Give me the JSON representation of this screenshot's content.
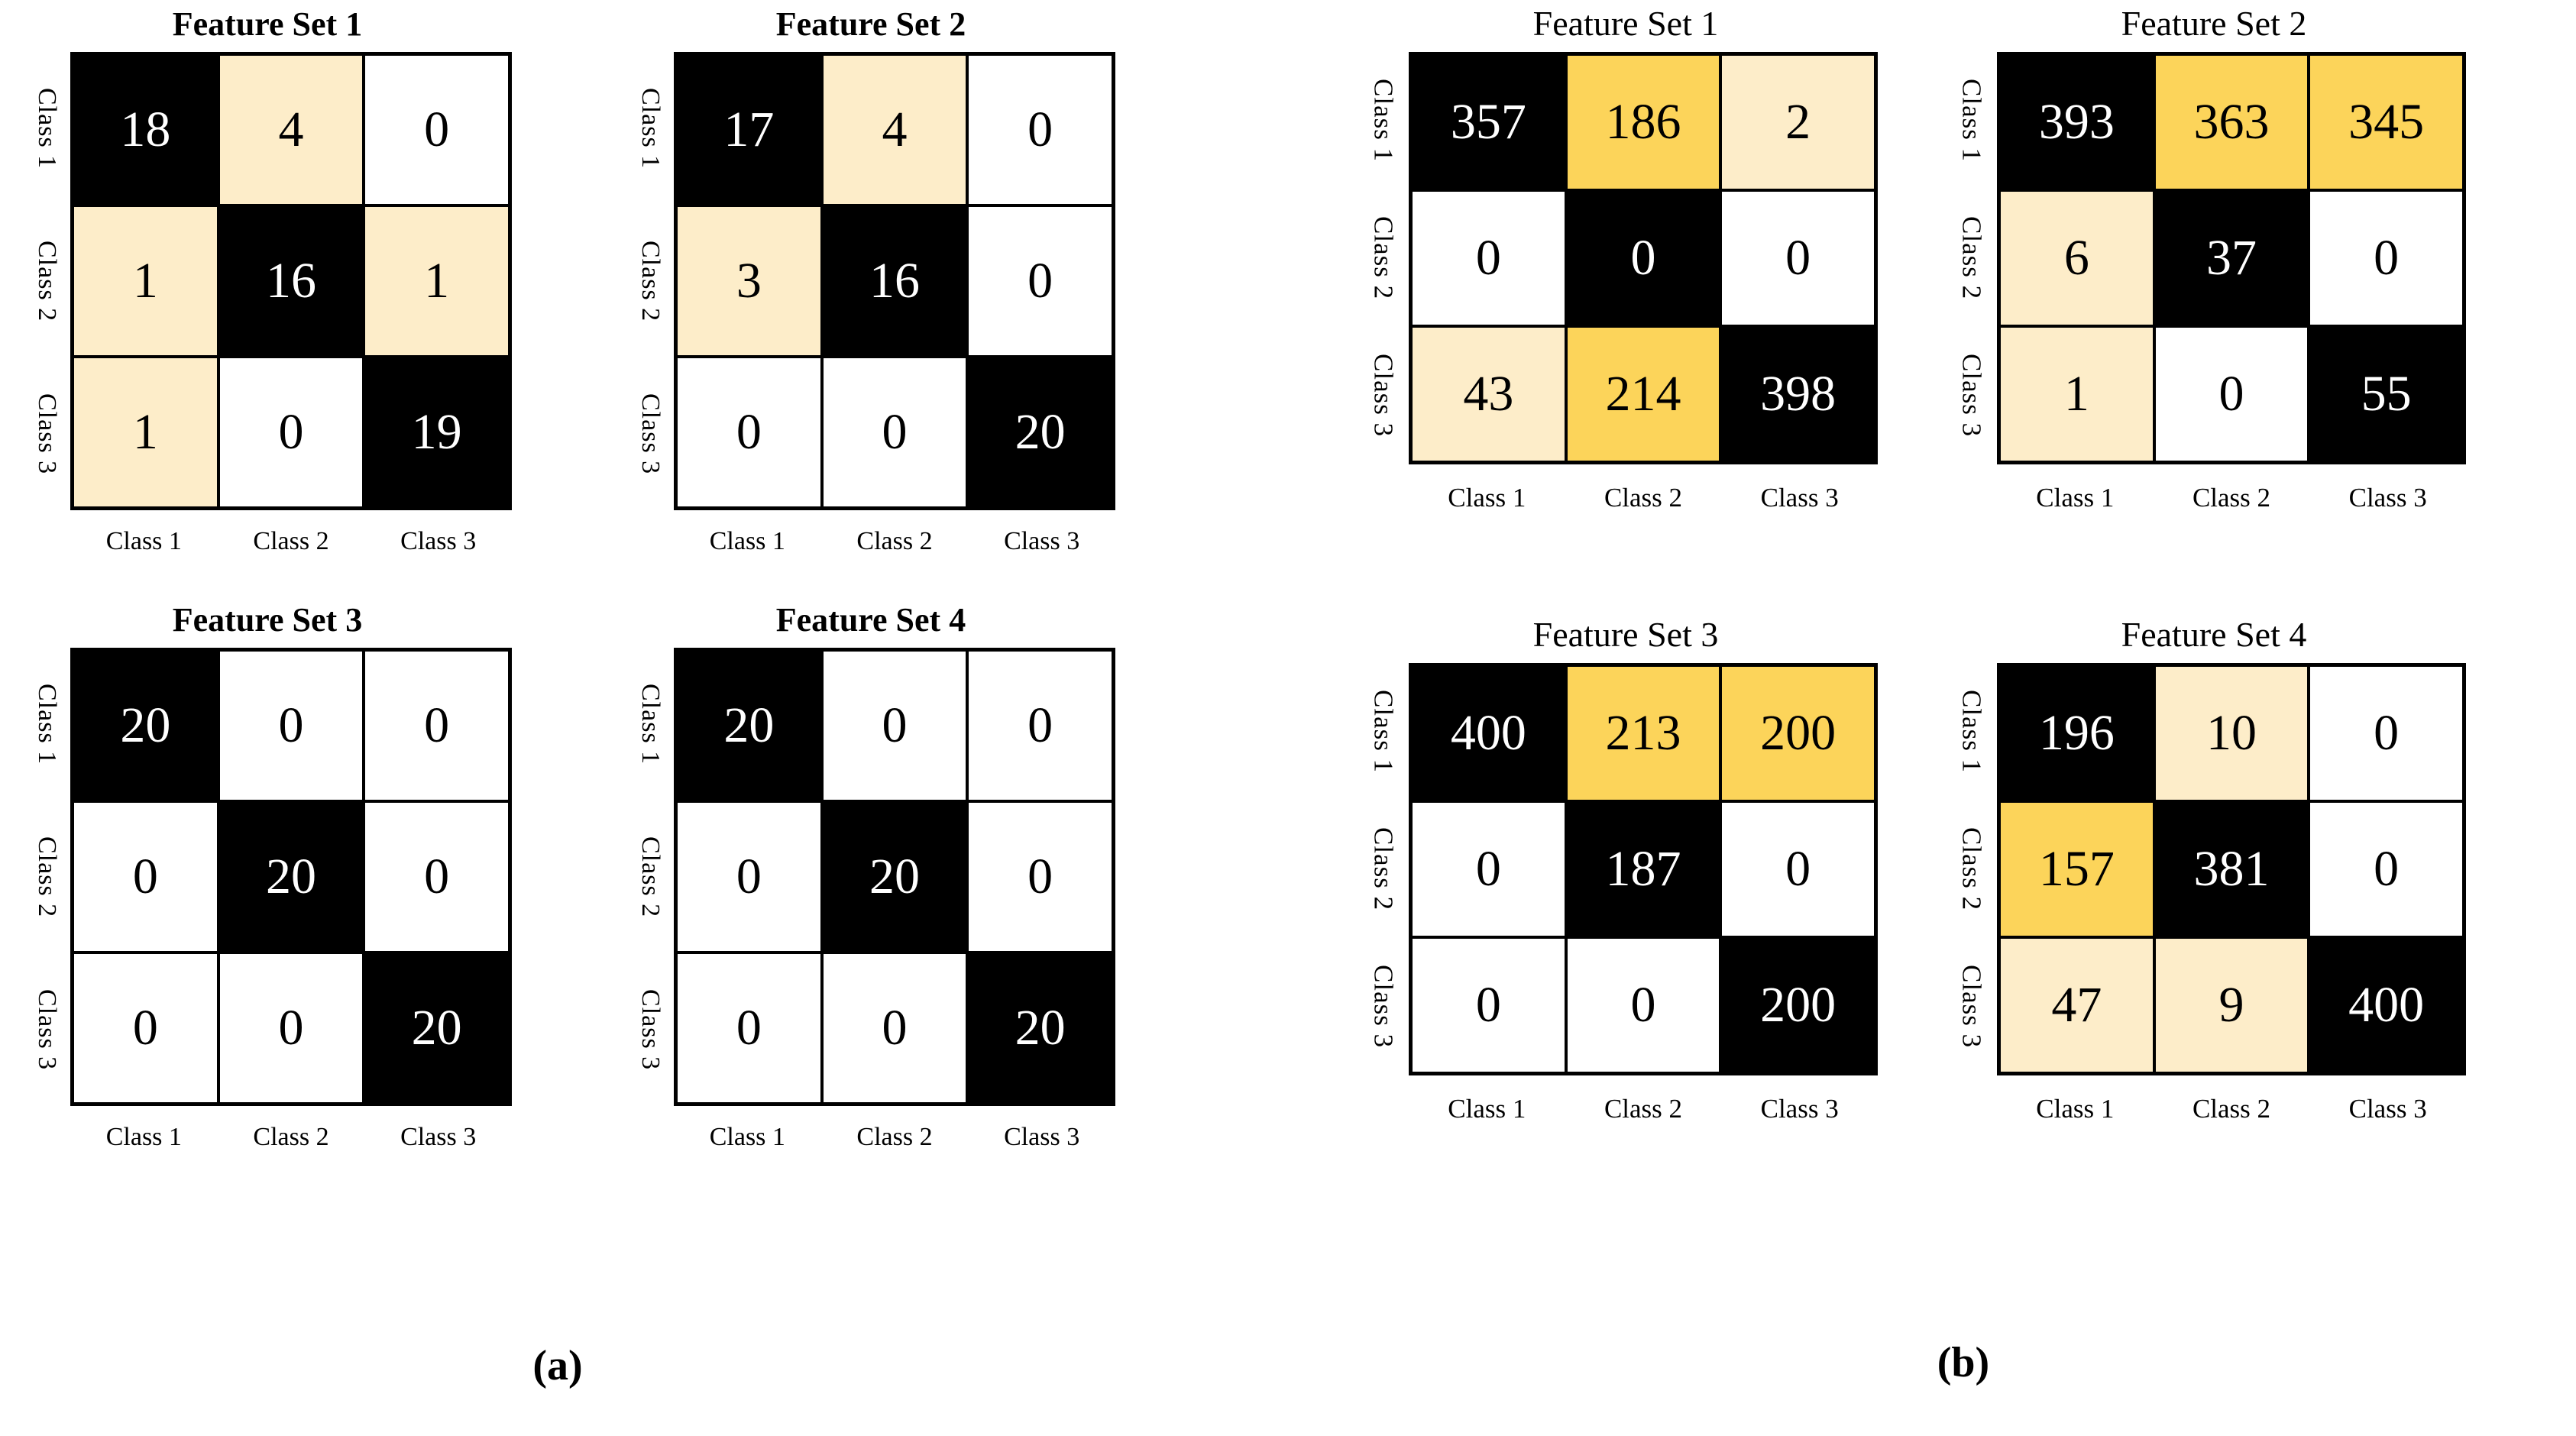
{
  "figure": {
    "background": "#ffffff",
    "colors": {
      "dark": "#000000",
      "white": "#ffffff",
      "light": "#fdedc9",
      "deep": "#fcd45a",
      "text_on_dark": "#ffffff",
      "text_on_light": "#000000"
    }
  },
  "panels": [
    {
      "caption": "(a)",
      "matrices": [
        {
          "title": "Feature Set 1",
          "row_labels": [
            "Class 1",
            "Class 2",
            "Class 3"
          ],
          "col_labels": [
            "Class 1",
            "Class 2",
            "Class 3"
          ],
          "values": [
            [
              18,
              4,
              0
            ],
            [
              1,
              16,
              1
            ],
            [
              1,
              0,
              19
            ]
          ],
          "shades": [
            [
              "dark",
              "light",
              "white"
            ],
            [
              "light",
              "dark",
              "light"
            ],
            [
              "light",
              "white",
              "dark"
            ]
          ]
        },
        {
          "title": "Feature Set 2",
          "row_labels": [
            "Class 1",
            "Class 2",
            "Class 3"
          ],
          "col_labels": [
            "Class 1",
            "Class 2",
            "Class 3"
          ],
          "values": [
            [
              17,
              4,
              0
            ],
            [
              3,
              16,
              0
            ],
            [
              0,
              0,
              20
            ]
          ],
          "shades": [
            [
              "dark",
              "light",
              "white"
            ],
            [
              "light",
              "dark",
              "white"
            ],
            [
              "white",
              "white",
              "dark"
            ]
          ]
        },
        {
          "title": "Feature Set 3",
          "row_labels": [
            "Class 1",
            "Class 2",
            "Class 3"
          ],
          "col_labels": [
            "Class 1",
            "Class 2",
            "Class 3"
          ],
          "values": [
            [
              20,
              0,
              0
            ],
            [
              0,
              20,
              0
            ],
            [
              0,
              0,
              20
            ]
          ],
          "shades": [
            [
              "dark",
              "white",
              "white"
            ],
            [
              "white",
              "dark",
              "white"
            ],
            [
              "white",
              "white",
              "dark"
            ]
          ]
        },
        {
          "title": "Feature Set 4",
          "row_labels": [
            "Class 1",
            "Class 2",
            "Class 3"
          ],
          "col_labels": [
            "Class 1",
            "Class 2",
            "Class 3"
          ],
          "values": [
            [
              20,
              0,
              0
            ],
            [
              0,
              20,
              0
            ],
            [
              0,
              0,
              20
            ]
          ],
          "shades": [
            [
              "dark",
              "white",
              "white"
            ],
            [
              "white",
              "dark",
              "white"
            ],
            [
              "white",
              "white",
              "dark"
            ]
          ]
        }
      ]
    },
    {
      "caption": "(b)",
      "matrices": [
        {
          "title": "Feature Set 1",
          "row_labels": [
            "Class 1",
            "Class 2",
            "Class 3"
          ],
          "col_labels": [
            "Class 1",
            "Class 2",
            "Class 3"
          ],
          "values": [
            [
              357,
              186,
              2
            ],
            [
              0,
              0,
              0
            ],
            [
              43,
              214,
              398
            ]
          ],
          "shades": [
            [
              "dark",
              "deep",
              "light"
            ],
            [
              "white",
              "dark",
              "white"
            ],
            [
              "light",
              "deep",
              "dark"
            ]
          ]
        },
        {
          "title": "Feature Set 2",
          "row_labels": [
            "Class 1",
            "Class 2",
            "Class 3"
          ],
          "col_labels": [
            "Class 1",
            "Class 2",
            "Class 3"
          ],
          "values": [
            [
              393,
              363,
              345
            ],
            [
              6,
              37,
              0
            ],
            [
              1,
              0,
              55
            ]
          ],
          "shades": [
            [
              "dark",
              "deep",
              "deep"
            ],
            [
              "light",
              "dark",
              "white"
            ],
            [
              "light",
              "white",
              "dark"
            ]
          ]
        },
        {
          "title": "Feature Set 3",
          "row_labels": [
            "Class 1",
            "Class 2",
            "Class 3"
          ],
          "col_labels": [
            "Class 1",
            "Class 2",
            "Class 3"
          ],
          "values": [
            [
              400,
              213,
              200
            ],
            [
              0,
              187,
              0
            ],
            [
              0,
              0,
              200
            ]
          ],
          "shades": [
            [
              "dark",
              "deep",
              "deep"
            ],
            [
              "white",
              "dark",
              "white"
            ],
            [
              "white",
              "white",
              "dark"
            ]
          ]
        },
        {
          "title": "Feature Set 4",
          "row_labels": [
            "Class 1",
            "Class 2",
            "Class 3"
          ],
          "col_labels": [
            "Class 1",
            "Class 2",
            "Class 3"
          ],
          "values": [
            [
              196,
              10,
              0
            ],
            [
              157,
              381,
              0
            ],
            [
              47,
              9,
              400
            ]
          ],
          "shades": [
            [
              "dark",
              "light",
              "white"
            ],
            [
              "deep",
              "dark",
              "white"
            ],
            [
              "light",
              "light",
              "dark"
            ]
          ]
        }
      ]
    }
  ],
  "chart_data": {
    "type": "heatmap",
    "title": "",
    "subtitle": "",
    "xlabel": "",
    "ylabel": "",
    "legend_position": "none",
    "grid": false,
    "description": "Eight 3x3 confusion matrices arranged as two panels (a) and (b), each with four Feature Sets in a 2x2 layout. Cell shading encodes magnitude: black = highest (diagonal/correct), deep orange = high off-diagonal, light cream = low non-zero, white = zero.",
    "categories": [
      "Class 1",
      "Class 2",
      "Class 3"
    ],
    "series": [
      {
        "name": "(a) Feature Set 1",
        "matrix": [
          [
            18,
            4,
            0
          ],
          [
            1,
            16,
            1
          ],
          [
            1,
            0,
            19
          ]
        ]
      },
      {
        "name": "(a) Feature Set 2",
        "matrix": [
          [
            17,
            4,
            0
          ],
          [
            3,
            16,
            0
          ],
          [
            0,
            0,
            20
          ]
        ]
      },
      {
        "name": "(a) Feature Set 3",
        "matrix": [
          [
            20,
            0,
            0
          ],
          [
            0,
            20,
            0
          ],
          [
            0,
            0,
            20
          ]
        ]
      },
      {
        "name": "(a) Feature Set 4",
        "matrix": [
          [
            20,
            0,
            0
          ],
          [
            0,
            20,
            0
          ],
          [
            0,
            0,
            20
          ]
        ]
      },
      {
        "name": "(b) Feature Set 1",
        "matrix": [
          [
            357,
            186,
            2
          ],
          [
            0,
            0,
            0
          ],
          [
            43,
            214,
            398
          ]
        ]
      },
      {
        "name": "(b) Feature Set 2",
        "matrix": [
          [
            393,
            363,
            345
          ],
          [
            6,
            37,
            0
          ],
          [
            1,
            0,
            55
          ]
        ]
      },
      {
        "name": "(b) Feature Set 3",
        "matrix": [
          [
            400,
            213,
            200
          ],
          [
            0,
            187,
            0
          ],
          [
            0,
            0,
            200
          ]
        ]
      },
      {
        "name": "(b) Feature Set 4",
        "matrix": [
          [
            196,
            10,
            0
          ],
          [
            157,
            381,
            0
          ],
          [
            47,
            9,
            400
          ]
        ]
      }
    ]
  }
}
